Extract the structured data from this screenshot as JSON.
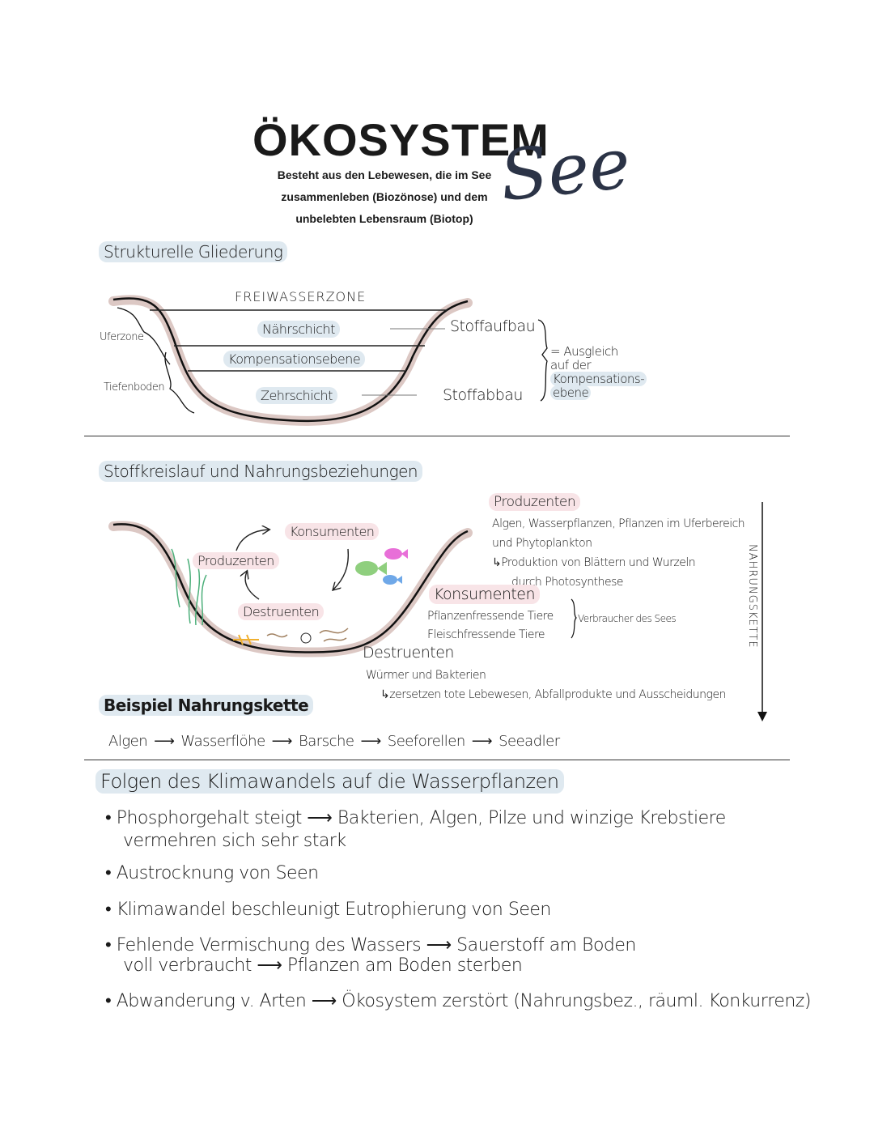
{
  "header": {
    "title": "ÖKOSYSTEM",
    "script_title": "See",
    "definition": [
      "Besteht aus den Lebewesen, die im See",
      "zusammenleben (Biozönose) und dem",
      "unbelebten Lebensraum (Biotop)"
    ]
  },
  "structure": {
    "heading": "Strukturelle Gliederung",
    "zone_top": "FREIWASSERZONE",
    "layers": [
      "Nährschicht",
      "Kompensationsebene",
      "Zehrschicht"
    ],
    "uferzone": "Uferzone",
    "tiefenboden": "Tiefenboden",
    "aufbau": "Stoffaufbau",
    "abbau": "Stoffabbau",
    "ausgleich": [
      "= Ausgleich",
      "auf der",
      "Kompensations-",
      "ebene"
    ]
  },
  "cycle": {
    "heading": "Stoffkreislauf und Nahrungsbeziehungen",
    "diagram_labels": {
      "konsumenten": "Konsumenten",
      "produzenten": "Produzenten",
      "destruenten": "Destruenten"
    },
    "produzenten": {
      "title": "Produzenten",
      "lines": [
        "Algen, Wasserpflanzen, Pflanzen im Uferbereich",
        "und Phytoplankton",
        "↳Produktion von Blättern und Wurzeln",
        "durch Photosynthese"
      ]
    },
    "konsumenten": {
      "title": "Konsumenten",
      "lines": [
        "Pflanzenfressende Tiere",
        "Fleischfressende Tiere"
      ],
      "note": "Verbraucher des Sees"
    },
    "destruenten": {
      "title": "Destruenten",
      "lines": [
        "Würmer und Bakterien",
        "↳zersetzen tote Lebewesen, Abfallprodukte und Ausscheidungen"
      ]
    },
    "axis_label": "NAHRUNGSKETTE",
    "colors": {
      "pink": "#e86fd8",
      "green": "#8fcf7e",
      "blue": "#6fa8e8",
      "highlight_blue": "#dfe9f0",
      "highlight_pink": "#f8e4e7"
    }
  },
  "chain": {
    "heading": "Beispiel Nahrungskette",
    "items": [
      "Algen",
      "Wasserflöhe",
      "Barsche",
      "Seeforellen",
      "Seeadler"
    ]
  },
  "climate": {
    "heading": "Folgen des Klimawandels auf die Wasserpflanzen",
    "bullets": [
      [
        "Phosphorgehalt steigt ⟶ Bakterien, Algen, Pilze und winzige Krebstiere",
        "vermehren sich sehr stark"
      ],
      [
        "Austrocknung von Seen"
      ],
      [
        "Klimawandel beschleunigt Eutrophierung von Seen"
      ],
      [
        "Fehlende Vermischung des Wassers ⟶ Sauerstoff am Boden",
        "voll verbraucht ⟶ Pflanzen am Boden sterben"
      ],
      [
        "Abwanderung v. Arten ⟶ Ökosystem zerstört (Nahrungsbez., räuml. Konkurrenz)"
      ]
    ]
  }
}
